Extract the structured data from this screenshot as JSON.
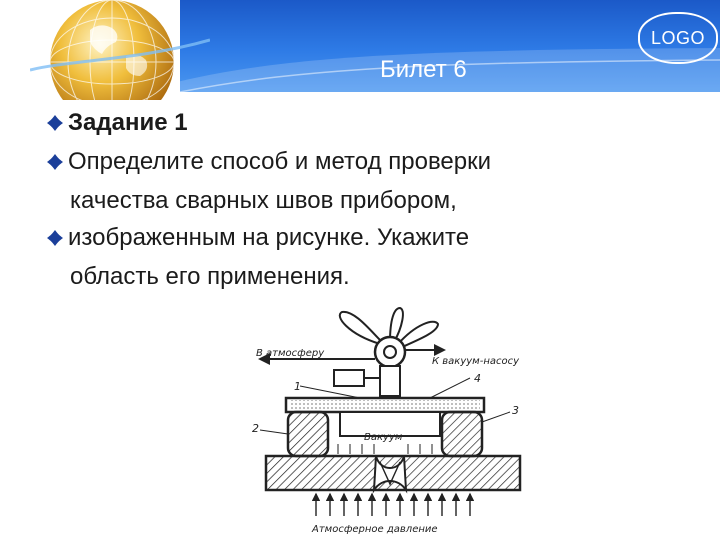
{
  "slide": {
    "title": "Билет 6",
    "logo_text": "LOGO",
    "bullets": [
      {
        "lines": [
          "Задание 1"
        ],
        "bold": true
      },
      {
        "lines": [
          "Определите способ и метод проверки",
          "качества сварных швов прибором,"
        ],
        "bold": false
      },
      {
        "lines": [
          "изображенным на рисунке.  Укажите",
          "область его применения."
        ],
        "bold": false
      }
    ]
  },
  "diagram": {
    "labels": {
      "left_arrow": "В атмосферу",
      "right_arrow": "К вакуум-насосу",
      "vacuum": "Вакуум",
      "atm_pressure": "Атмосферное давление",
      "n1": "1",
      "n2": "2",
      "n3": "3",
      "n4": "4"
    }
  },
  "colors": {
    "header_blue": "#2e7be6",
    "text": "#1b1b1b",
    "globe_gold": "#e0a21e"
  }
}
